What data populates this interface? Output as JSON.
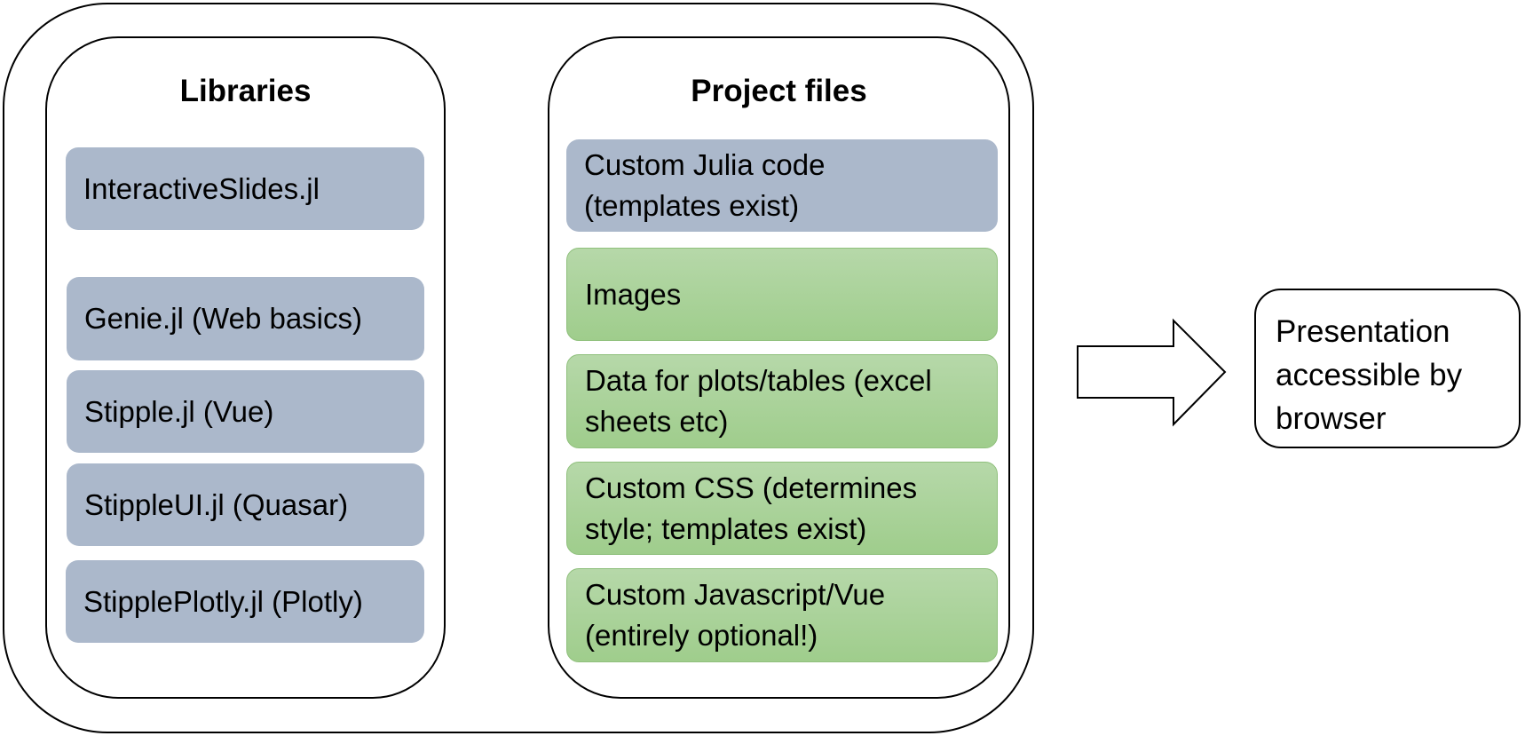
{
  "libraries": {
    "title": "Libraries",
    "items": [
      "InteractiveSlides.jl",
      "Genie.jl (Web basics)",
      "Stipple.jl (Vue)",
      "StippleUI.jl (Quasar)",
      "StipplePlotly.jl (Plotly)"
    ]
  },
  "project_files": {
    "title": "Project files",
    "items": [
      {
        "line1": "Custom Julia code",
        "line2": "(templates exist)"
      },
      {
        "line1": "Images",
        "line2": ""
      },
      {
        "line1": "Data for plots/tables (excel",
        "line2": "sheets etc)"
      },
      {
        "line1": "Custom CSS (determines",
        "line2": "style; templates exist)"
      },
      {
        "line1": "Custom Javascript/Vue",
        "line2": "(entirely optional!)"
      }
    ]
  },
  "output": {
    "line1": "Presentation",
    "line2": "accessible by",
    "line3": "browser"
  },
  "colors": {
    "library_box": "#abb8cb",
    "project_box_primary": "#abb8cb",
    "project_box_asset": "#a7d295"
  }
}
